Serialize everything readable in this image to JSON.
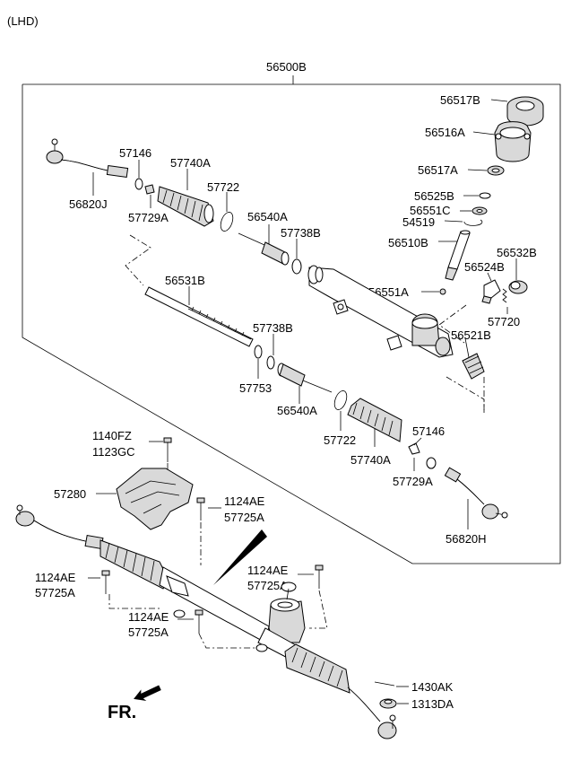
{
  "variant": "(LHD)",
  "assembly": "56500B",
  "fr_label": "FR.",
  "labels": {
    "p56517B": "56517B",
    "p56516A": "56516A",
    "p56517A": "56517A",
    "p56525B": "56525B",
    "p56551C": "56551C",
    "p54519": "54519",
    "p56510B": "56510B",
    "p56532B": "56532B",
    "p56524B": "56524B",
    "p56551A": "56551A",
    "p57720": "57720",
    "p56521B": "56521B",
    "p57146a": "57146",
    "p57740Aa": "57740A",
    "p57722a": "57722",
    "p56820J": "56820J",
    "p57729Aa": "57729A",
    "p56540Aa": "56540A",
    "p57738Ba": "57738B",
    "p56531B": "56531B",
    "p57738Bb": "57738B",
    "p57753": "57753",
    "p56540Ab": "56540A",
    "p57722b": "57722",
    "p57740Ab": "57740A",
    "p57146b": "57146",
    "p57729Ab": "57729A",
    "p56820H": "56820H",
    "p1140FZ": "1140FZ",
    "p1123GC": "1123GC",
    "p57280": "57280",
    "p1124AEa": "1124AE",
    "p57725Aa": "57725A",
    "p1124AEb": "1124AE",
    "p57725Ab": "57725A",
    "p1124AEc": "1124AE",
    "p57725Ac": "57725A",
    "p1124AEd": "1124AE",
    "p57725Ad": "57725A",
    "p1430AK": "1430AK",
    "p1313DA": "1313DA"
  }
}
